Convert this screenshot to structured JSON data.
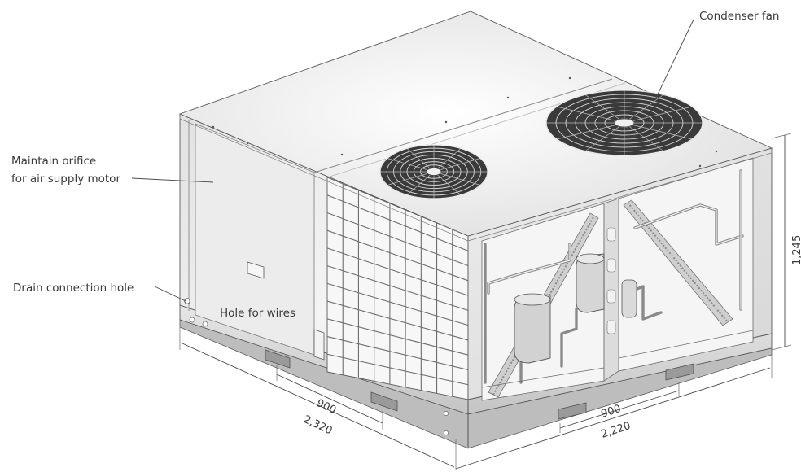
{
  "labels": {
    "condenser_fan": "Condenser fan",
    "maintain_orifice_line1": "Maintain orifice",
    "maintain_orifice_line2": "for air supply motor",
    "drain_connection_hole": "Drain connection hole",
    "hole_for_wires": "Hole for wires"
  },
  "dimensions": {
    "front_inner": "900",
    "front_outer": "2,320",
    "side_inner": "900",
    "side_outer": "2,220",
    "height": "1,245"
  }
}
